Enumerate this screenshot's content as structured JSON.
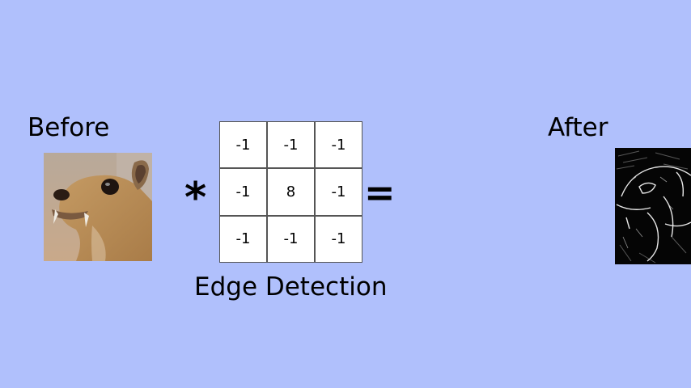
{
  "before_label": "Before",
  "after_label": "After",
  "kernel_title": "Edge Detection",
  "operators": {
    "convolve": "*",
    "equals": "="
  },
  "kernel": [
    "-1",
    "-1",
    "-1",
    "-1",
    "8",
    "-1",
    "-1",
    "-1",
    "-1"
  ],
  "colors": {
    "background": "#b0c0fc",
    "cell_border": "#555555"
  }
}
